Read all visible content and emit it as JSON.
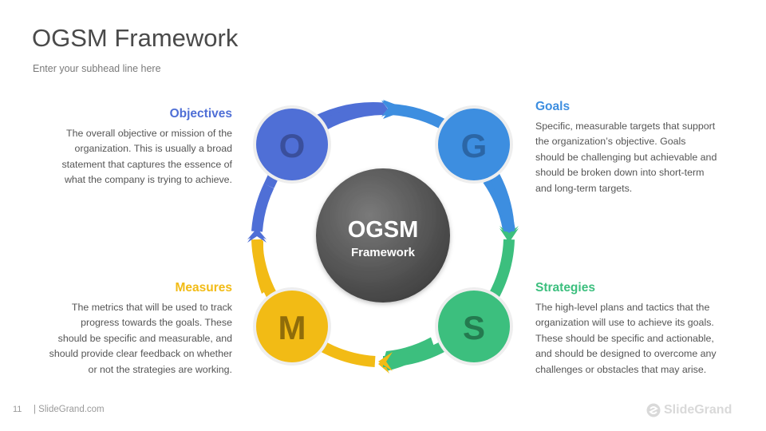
{
  "header": {
    "title": "OGSM Framework",
    "subhead": "Enter your subhead line here"
  },
  "center": {
    "title": "OGSM",
    "subtitle": "Framework"
  },
  "nodes": {
    "o": {
      "letter": "O",
      "color": "#4f6fd6"
    },
    "g": {
      "letter": "G",
      "color": "#3d8ee0"
    },
    "s": {
      "letter": "S",
      "color": "#3cbf7e"
    },
    "m": {
      "letter": "M",
      "color": "#f2bb15"
    }
  },
  "sections": {
    "objectives": {
      "title": "Objectives",
      "lines": [
        "The overall objective or mission of the",
        "organization. This is usually a broad",
        "statement that captures the essence of",
        "what the company is trying to achieve."
      ]
    },
    "goals": {
      "title": "Goals",
      "lines": [
        "Specific, measurable targets that support",
        "the organization’s objective. Goals",
        "should be challenging but achievable and",
        "should be broken down into short-term",
        "and long-term targets."
      ]
    },
    "measures": {
      "title": "Measures",
      "lines": [
        "The metrics that will be used to track",
        "progress towards the goals. These",
        "should be specific and measurable, and",
        "should provide clear feedback on whether",
        "or not the strategies are working."
      ]
    },
    "strategies": {
      "title": "Strategies",
      "lines": [
        "The high-level plans and tactics that the",
        "organization will use to achieve its goals.",
        "These should be specific and actionable,",
        "and should be designed to overcome any",
        "challenges or obstacles that may arise."
      ]
    }
  },
  "footer": {
    "page_number": "11",
    "site": "| SlideGrand.com",
    "logo_text": "SlideGrand"
  }
}
